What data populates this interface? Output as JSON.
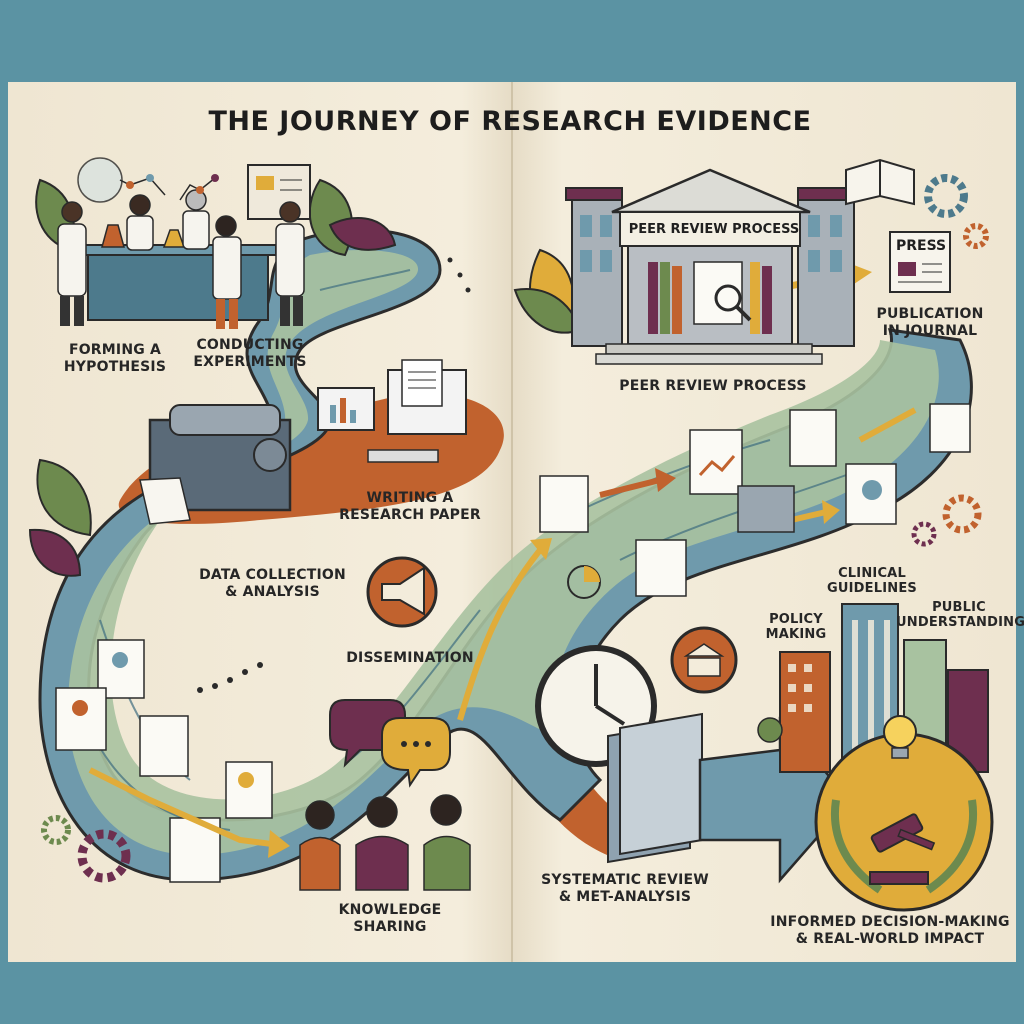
{
  "title": "THE JOURNEY OF RESEARCH EVIDENCE",
  "stages": {
    "hypothesis": "FORMING A\nHYPOTHESIS",
    "experiments": "CONDUCTING\nEXPERIMENTS",
    "writing": "WRITING A\nRESEARCH PAPER",
    "data": "DATA COLLECTION\n& ANALYSIS",
    "dissemination": "DISSEMINATION",
    "knowledge": "KNOWLEDGE SHARING",
    "peer_review": "PEER REVIEW PROCESS",
    "peer_review_sign": "PEER REVIEW PROCESS",
    "publication": "PUBLICATION\nIN JOURNAL",
    "press": "PRESS",
    "systematic": "SYSTEMATIC REVIEW\n& MET-ANALYSIS",
    "clinical": "CLINICAL\nGUIDELINES",
    "policy": "POLICY\nMAKING",
    "public": "PUBLIC\nUNDERSTANDING",
    "informed": "INFORMED DECISION-MAKING\n& REAL-WORLD IMPACT"
  },
  "colors": {
    "background": "#5b93a3",
    "paper": "#f3ecdb",
    "river_blue": "#6f9aac",
    "river_green": "#a8c2a0",
    "rust": "#c1622e",
    "mustard": "#e0ac3a",
    "plum": "#6e2f4f",
    "leaf_green": "#6d8a4e",
    "ink": "#262626"
  }
}
